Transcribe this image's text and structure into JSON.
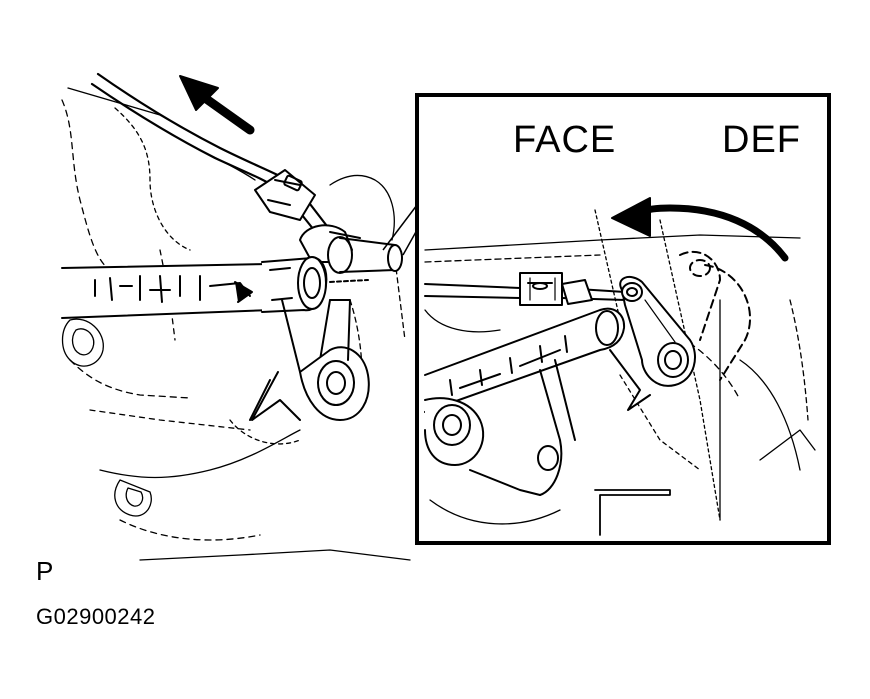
{
  "figure": {
    "inset_labels": {
      "left": "FACE",
      "right": "DEF"
    },
    "position_label": "P",
    "figure_code": "G02900242",
    "line_color": "#000000",
    "background_color": "#ffffff"
  }
}
